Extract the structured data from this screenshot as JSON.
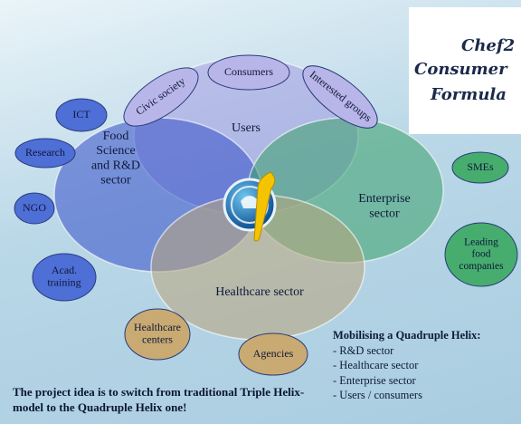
{
  "banner_lines": [
    "Chef2",
    "Consumer",
    "Formula"
  ],
  "big_circles": [
    {
      "id": "users",
      "label": [
        "Users"
      ],
      "color": "#9c8fe0"
    },
    {
      "id": "food",
      "label": [
        "Food",
        "Science",
        "and R&D",
        "sector"
      ],
      "color": "#3450c8"
    },
    {
      "id": "enterprise",
      "label": [
        "Enterprise",
        "sector"
      ],
      "color": "#3aa06a"
    },
    {
      "id": "healthcare",
      "label": [
        "Healthcare sector"
      ],
      "color": "#b9a47a"
    }
  ],
  "small_bubbles": [
    {
      "id": "civic-society",
      "label": [
        "Civic society"
      ],
      "color": "#b8b6e8",
      "rotate": -35
    },
    {
      "id": "consumers",
      "label": [
        "Consumers"
      ],
      "color": "#b8b6e8",
      "rotate": 0
    },
    {
      "id": "interested-groups",
      "label": [
        "Interested groups"
      ],
      "color": "#b8b6e8",
      "rotate": 38
    },
    {
      "id": "ict",
      "label": [
        "ICT"
      ],
      "color": "#4d6fd6",
      "rotate": 0
    },
    {
      "id": "research",
      "label": [
        "Research"
      ],
      "color": "#4d6fd6",
      "rotate": 0
    },
    {
      "id": "ngo",
      "label": [
        "NGO"
      ],
      "color": "#4d6fd6",
      "rotate": 0
    },
    {
      "id": "acad-training",
      "label": [
        "Acad.",
        "training"
      ],
      "color": "#4d6fd6",
      "rotate": 0
    },
    {
      "id": "smes",
      "label": [
        "SMEs"
      ],
      "color": "#46ad6e",
      "rotate": 0
    },
    {
      "id": "leading-food-companies",
      "label": [
        "Leading",
        "food",
        "companies"
      ],
      "color": "#46ad6e",
      "rotate": 0
    },
    {
      "id": "healthcare-centers",
      "label": [
        "Healthcare",
        "centers"
      ],
      "color": "#c8aa72",
      "rotate": 0
    },
    {
      "id": "agencies",
      "label": [
        "Agencies"
      ],
      "color": "#c8aa72",
      "rotate": 0
    }
  ],
  "mobilising": {
    "title": "Mobilising a Quadruple Helix:",
    "items": [
      "- R&D sector",
      "- Healthcare sector",
      "- Enterprise sector",
      "- Users / consumers"
    ]
  },
  "footer": "The project idea is to switch from traditional Triple Helix-model to the Quadruple Helix one!"
}
